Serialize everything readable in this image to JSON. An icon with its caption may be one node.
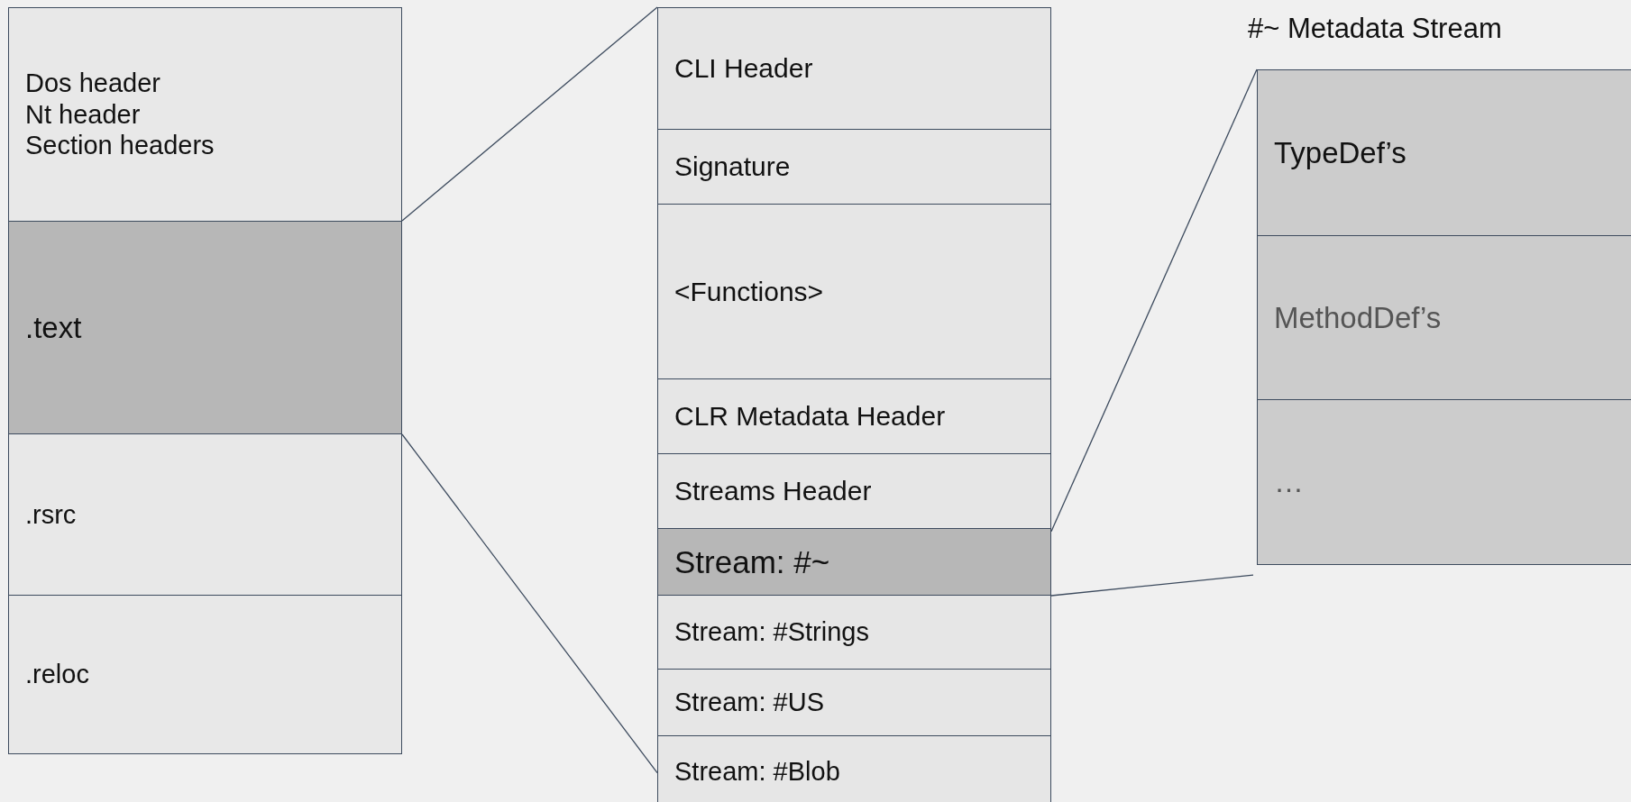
{
  "diagram": {
    "nodes": [
      {
        "text": [
          "Dos header",
          "Nt header",
          "Section headers"
        ]
      },
      {
        "text": [
          ".text"
        ]
      },
      {
        "text": [
          ".rsrc"
        ]
      },
      {
        "text": [
          ".reloc"
        ]
      },
      {
        "text": [
          "CLI Header"
        ]
      },
      {
        "text": [
          "Signature"
        ]
      },
      {
        "text": [
          "<Functions>"
        ]
      },
      {
        "text": [
          "CLR Metadata Header"
        ]
      },
      {
        "text": [
          "Streams Header"
        ]
      },
      {
        "text": [
          "Stream: #~"
        ]
      },
      {
        "text": [
          "Stream: #Strings"
        ]
      },
      {
        "text": [
          "Stream: #US"
        ]
      },
      {
        "text": [
          "Stream: #Blob"
        ]
      },
      {
        "text": [
          "TypeDef’s"
        ]
      },
      {
        "text": [
          "MethodDef’s"
        ]
      },
      {
        "text": [
          "…"
        ]
      }
    ],
    "edges": [
      {
        "from": 1,
        "to": 4,
        "arrow": "none"
      },
      {
        "from": 1,
        "to": 12,
        "arrow": "none"
      },
      {
        "from": 9,
        "to": 13,
        "arrow": "none"
      },
      {
        "from": 9,
        "to": 15,
        "arrow": "none"
      }
    ],
    "labels": [
      "#~ Metadata Stream"
    ]
  }
}
